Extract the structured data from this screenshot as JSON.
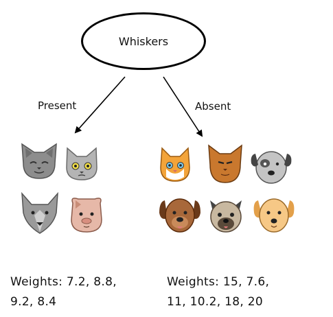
{
  "root": {
    "label": "Whiskers"
  },
  "branches": [
    {
      "label": "Present",
      "weights_line1": "Weights: 7.2, 8.8,",
      "weights_line2": "9.2, 8.4",
      "animals": [
        "gray-cat-icon",
        "gray-kitten-icon",
        "gray-wolf-icon",
        "pink-pig-icon"
      ]
    },
    {
      "label": "Absent",
      "weights_line1": "Weights: 15, 7.6,",
      "weights_line2": "11, 10.2, 18, 20",
      "animals": [
        "orange-kitten-icon",
        "orange-cat-icon",
        "gray-dog-icon",
        "brown-dog-icon",
        "pug-icon",
        "tan-dog-icon"
      ]
    }
  ]
}
